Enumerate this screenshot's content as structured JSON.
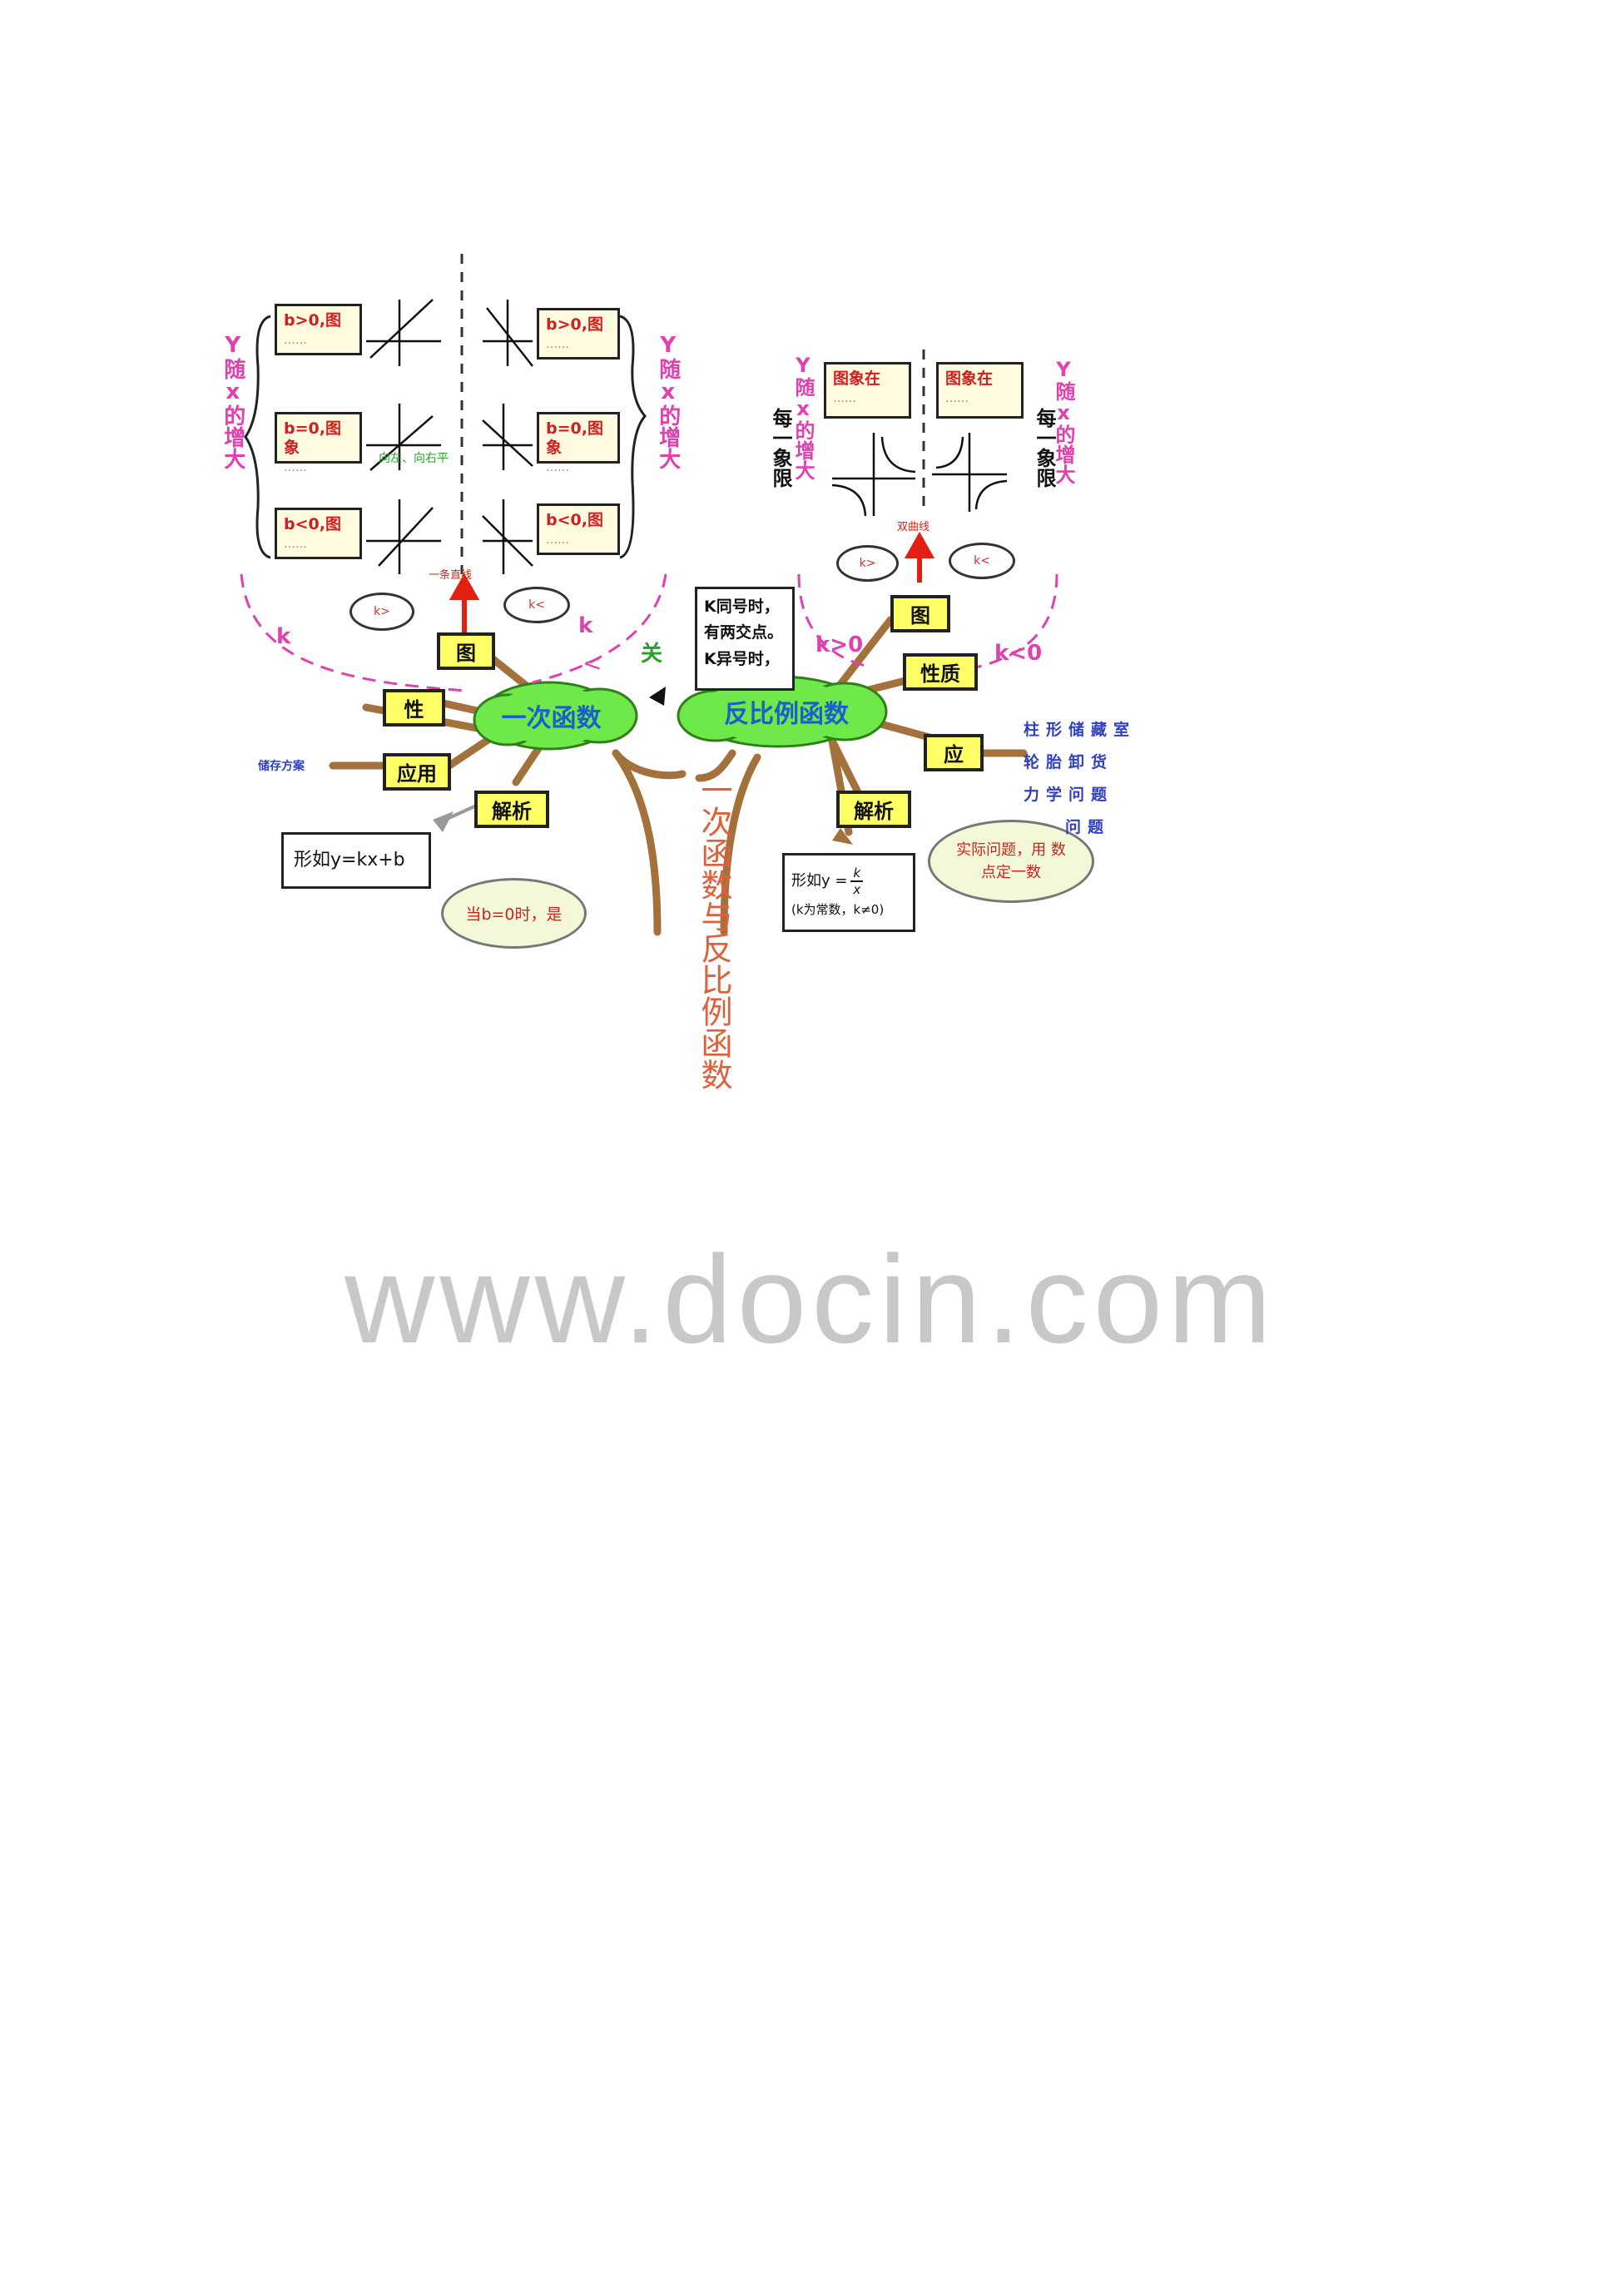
{
  "center": {
    "linear": "一次函数",
    "inverse": "反比例函数",
    "title_vertical": "一次函数与反比例函数"
  },
  "linear": {
    "graph": "图",
    "property": "性",
    "application": "应用",
    "analytic": "解析",
    "formula": "形如y=kx+b",
    "bubble": "当b=0时，是",
    "application_note": "储存方案",
    "k_left": "k",
    "k_right": "k",
    "y_left": "Y随x的增大",
    "y_right": "Y随x的增大",
    "boxes_left": [
      {
        "title": "b>0,图",
        "sub": "……"
      },
      {
        "title": "b=0,图象",
        "sub": "……"
      },
      {
        "title": "b<0,图",
        "sub": "……"
      }
    ],
    "boxes_right": [
      {
        "title": "b>0,图",
        "sub": "……"
      },
      {
        "title": "b=0,图象",
        "sub": "……"
      },
      {
        "title": "b<0,图",
        "sub": "……"
      }
    ],
    "oval_left": "k>",
    "oval_right": "k<",
    "middle_note": "一条直线",
    "green_note": "向左、向右平",
    "lt_symbol": "<"
  },
  "relation": {
    "label": "关",
    "box_lines": [
      "K同号时，",
      "有两交点。",
      "K异号时，"
    ]
  },
  "inverse": {
    "graph": "图",
    "property": "性质",
    "application": "应",
    "analytic": "解析",
    "k_pos": "k>0",
    "k_neg": "k<0",
    "box_left": {
      "title": "图象在",
      "sub": "……"
    },
    "box_right": {
      "title": "图象在",
      "sub": "……"
    },
    "oval_left": "k>",
    "oval_right": "k<",
    "middle_note": "双曲线",
    "each_quadrant": "每一象限",
    "y_left": "Y随x的增大",
    "y_right": "Y随x的增大",
    "formula_main": "形如y =",
    "formula_frac_num": "k",
    "formula_frac_den": "x",
    "formula_note": "(k为常数，k≠0)",
    "bubble": "实际问题，用 数点定一数",
    "application_list": [
      "柱形储藏室",
      "轮胎卸货",
      "力学问题",
      "问题"
    ]
  },
  "watermark": "www.docin.com"
}
